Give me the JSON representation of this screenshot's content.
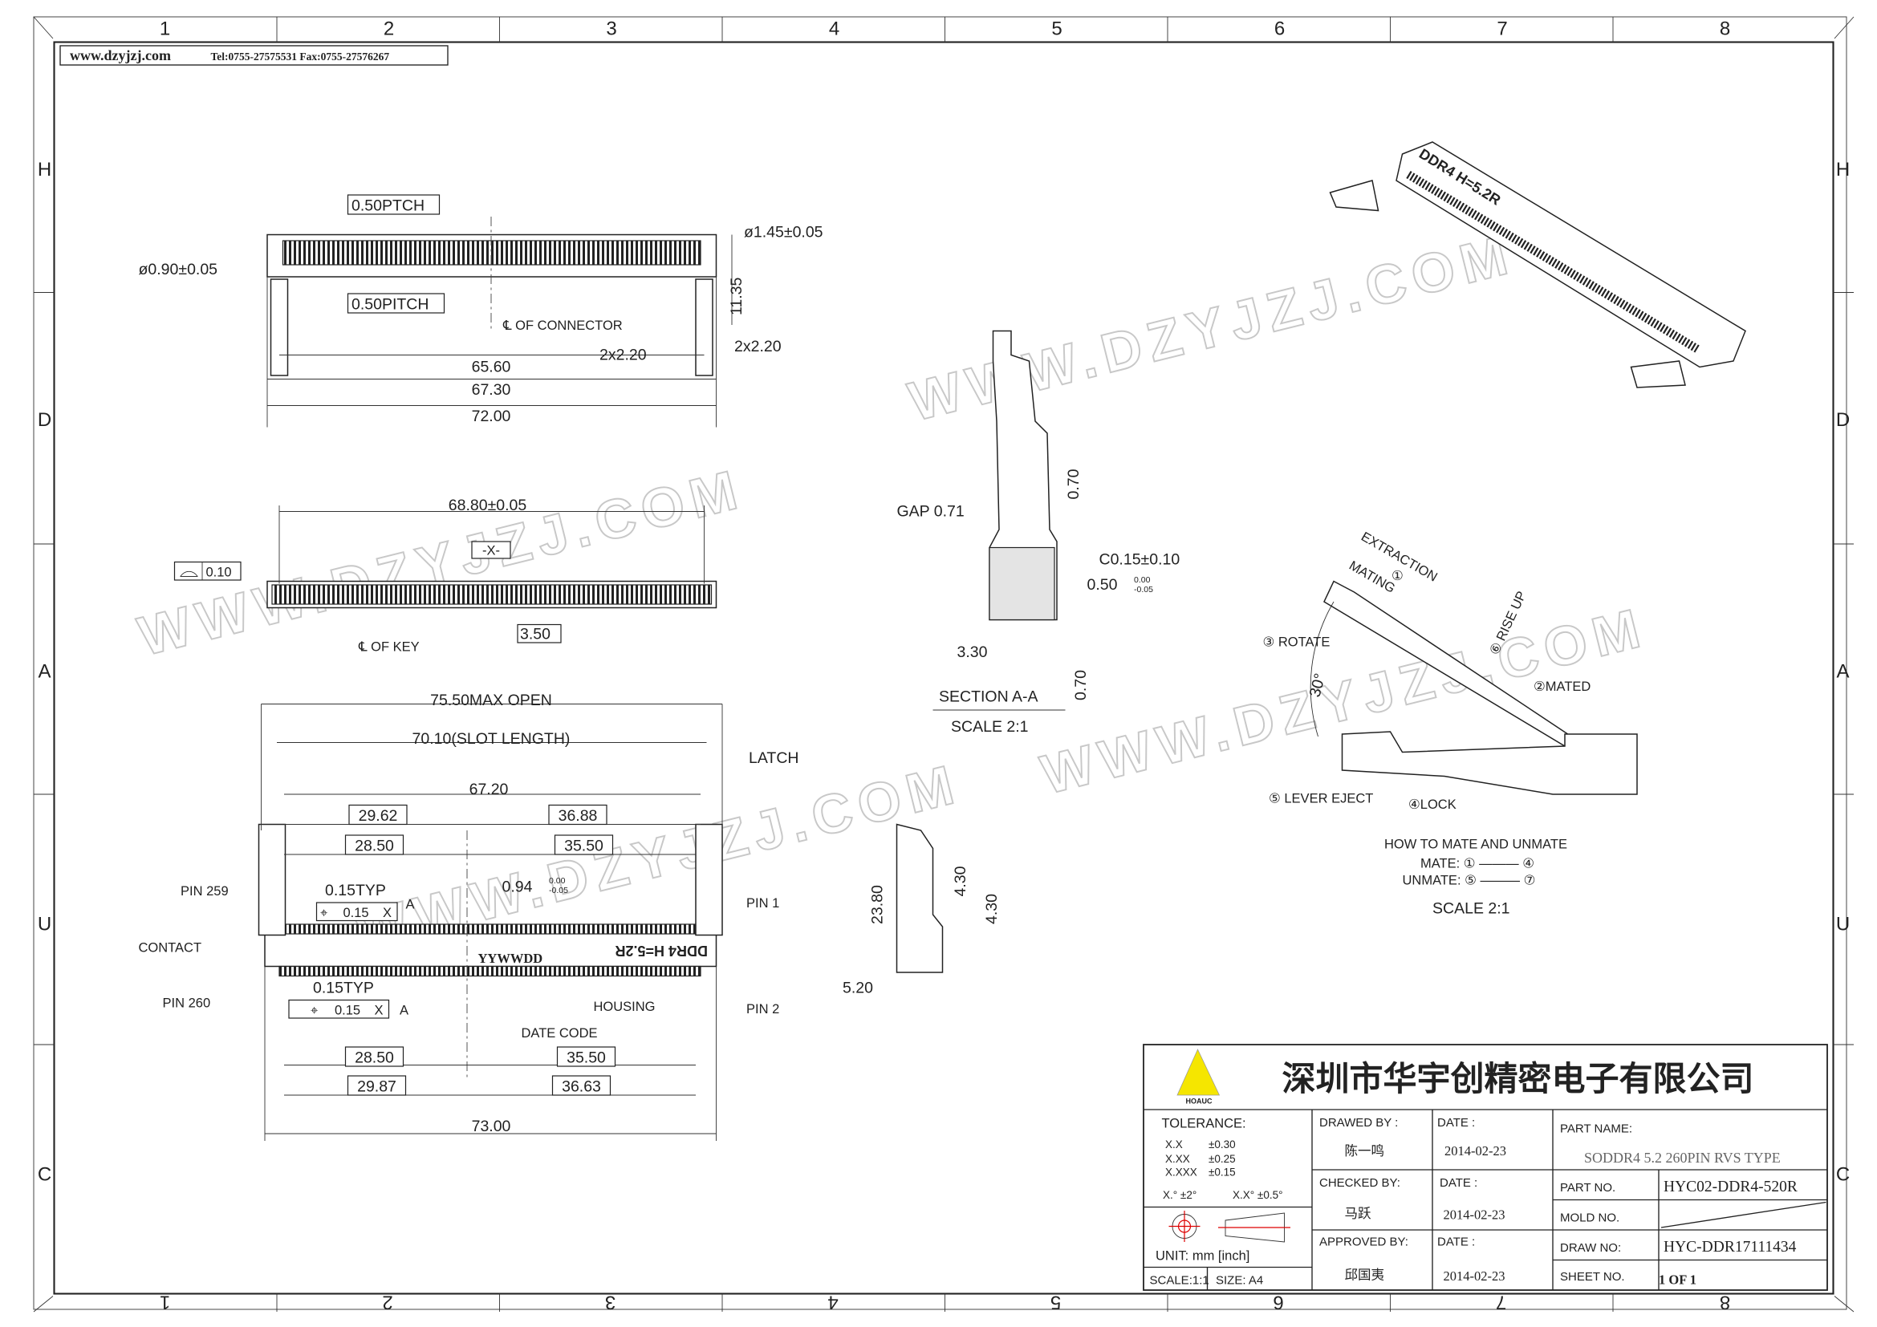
{
  "header": {
    "website": "www.dzyjzj.com",
    "contact": "Tel:0755-27575531  Fax:0755-27576267"
  },
  "frame": {
    "columns": [
      "1",
      "2",
      "3",
      "4",
      "5",
      "6",
      "7",
      "8"
    ],
    "columns_bottom": [
      "8",
      "7",
      "6",
      "5",
      "4",
      "3",
      "2",
      "1"
    ],
    "rows": [
      "H",
      "D",
      "A",
      "U",
      "C"
    ]
  },
  "watermark": "WWW.DZYJZJ.COM",
  "top_view": {
    "pitch_top": "0.50PTCH",
    "hole_left": "ø0.90±0.05",
    "hole_right": "ø1.45±0.05",
    "pitch_bottom": "0.50PITCH",
    "centerline": "℄ OF CONNECTOR",
    "height": "11.35",
    "post_left": "2x2.20",
    "post_right": "2x2.20",
    "dim1": "65.60",
    "dim2": "67.30",
    "dim3": "72.00"
  },
  "front_view": {
    "width": "68.80±0.05",
    "datum": "-X-",
    "flatness": "0.10",
    "key": "℄ OF KEY",
    "key_offset": "3.50"
  },
  "bottom_view": {
    "max_open": "75.50MAX  OPEN",
    "slot_length": "70.10(SLOT LENGTH)",
    "latch": "LATCH",
    "d67": "67.20",
    "d29_62": "29.62",
    "d36_88": "36.88",
    "d28_50a": "28.50",
    "d35_50a": "35.50",
    "pin259": "PIN 259",
    "typ1": "0.15TYP",
    "fcf1_val": "0.15",
    "fcf_datum": "X",
    "a1": "A",
    "d094": "0.94",
    "d094_tol_up": "0.00",
    "d094_tol_low": "-0.05",
    "pin1": "PIN 1",
    "contact": "CONTACT",
    "date_fmt": "YYWWDD",
    "marking": "DDR4 H=5.2R",
    "pin260": "PIN 260",
    "typ2": "0.15TYP",
    "fcf2_val": "0.15",
    "a2": "A",
    "housing": "HOUSING",
    "pin2": "PIN 2",
    "date_code": "DATE CODE",
    "d28_50b": "28.50",
    "d35_50b": "35.50",
    "d29_87": "29.87",
    "d36_63": "36.63",
    "d73": "73.00"
  },
  "section": {
    "d070a": "0.70",
    "gap": "GAP 0.71",
    "chamfer": "C0.15±0.10",
    "d050": "0.50",
    "d050_tol_up": "0.00",
    "d050_tol_low": "-0.05",
    "d330": "3.30",
    "d070b": "0.70",
    "title": "SECTION  A-A",
    "scale": "SCALE  2:1"
  },
  "side_view": {
    "h": "23.80",
    "a": "4.30",
    "b": "4.30",
    "w": "5.20"
  },
  "mating": {
    "extraction": "EXTRACTION",
    "n1": "①",
    "mating": "MATING",
    "rotate": "③ ROTATE",
    "rise": "⑥ RISE UP",
    "angle": "30°",
    "mated": "②MATED",
    "lever": "⑤ LEVER  EJECT",
    "lock": "④LOCK",
    "howto": "HOW  TO  MATE  AND  UNMATE",
    "mate": "MATE: ① ——— ④",
    "unmate": "UNMATE: ⑤ ——— ⑦",
    "scale": "SCALE  2:1"
  },
  "iso_view": {
    "marking": "DDR4 H=5.2R"
  },
  "title_block": {
    "logo": "HOAUC",
    "company": "深圳市华宇创精密电子有限公司",
    "tolerance_label": "TOLERANCE:",
    "tolerances": [
      [
        "X.X",
        "±0.30"
      ],
      [
        "X.XX",
        "±0.25"
      ],
      [
        "X.XXX",
        "±0.15"
      ]
    ],
    "angle_tol": [
      "X.° ±2°",
      "X.X° ±0.5°"
    ],
    "unit": "UNIT:  mm  [inch]",
    "scale": "SCALE:1:1",
    "size": "SIZE:  A4",
    "drawed_by_label": "DRAWED  BY :",
    "drawed_by": "陈一鸣",
    "checked_by_label": "CHECKED  BY:",
    "checked_by": "马跃",
    "approved_by_label": "APPROVED  BY:",
    "approved_by": "邱国夷",
    "date_label": "DATE  :",
    "date1": "2014-02-23",
    "date2": "2014-02-23",
    "date3": "2014-02-23",
    "part_name_label": "PART  NAME:",
    "part_name": "SODDR4 5.2 260PIN RVS TYPE",
    "part_no_label": "PART  NO.",
    "part_no": "HYC02-DDR4-520R",
    "mold_no_label": "MOLD  NO.",
    "draw_no_label": "DRAW  NO:",
    "draw_no": "HYC-DDR17111434",
    "sheet_no_label": "SHEET  NO.",
    "sheet_no": "1  OF  1"
  }
}
